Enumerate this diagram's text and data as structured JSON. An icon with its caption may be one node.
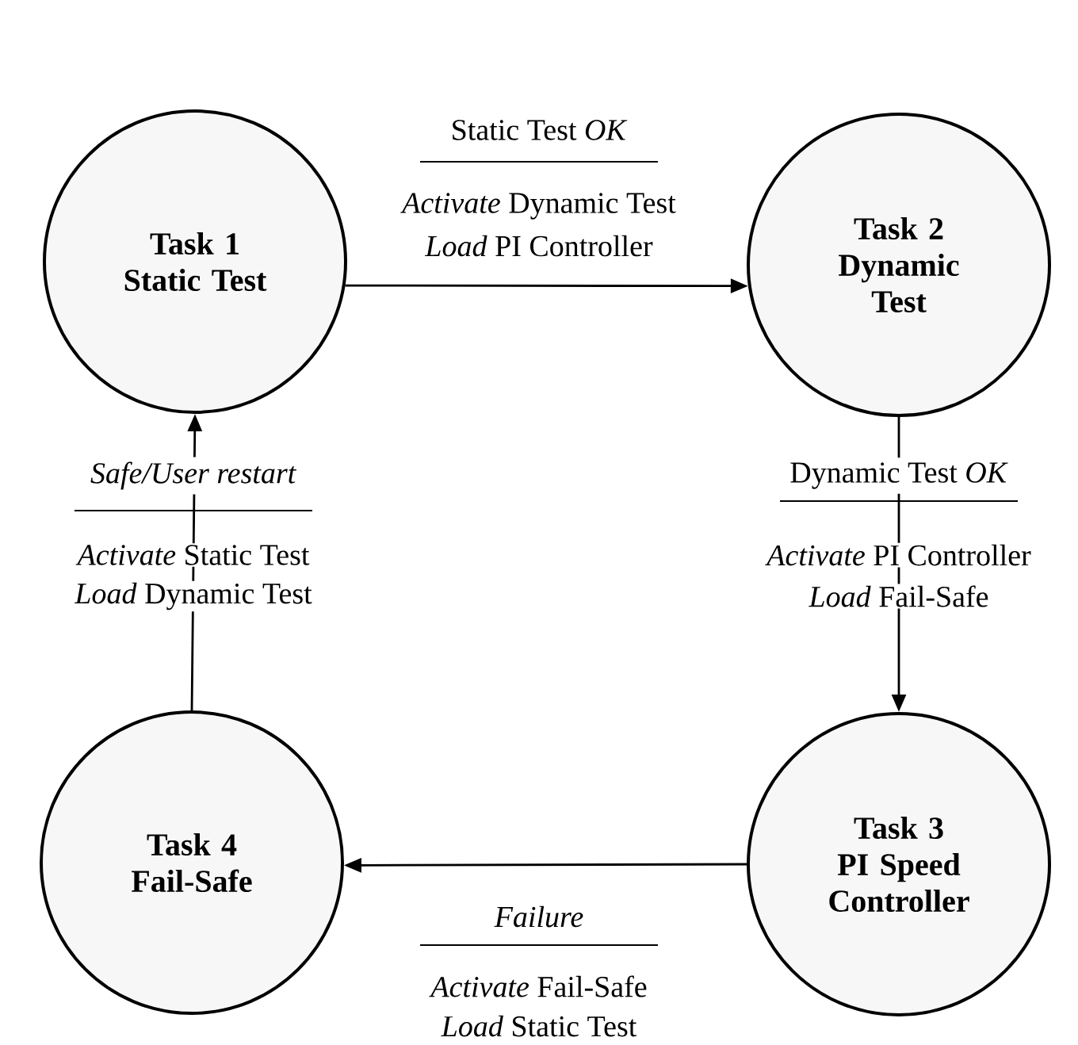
{
  "diagram": {
    "nodes": [
      {
        "text": [
          "Task 1",
          "Static Test"
        ]
      },
      {
        "text": [
          "Task 2",
          "Dynamic Test"
        ]
      },
      {
        "text": [
          "Task 3",
          "PI Speed Controller"
        ]
      },
      {
        "text": [
          "Task 4",
          "Fail-Safe"
        ]
      }
    ],
    "edges": [
      {
        "from": 0,
        "to": 1,
        "arrow": "to",
        "label": "Static Test *OK*"
      },
      {
        "from": 1,
        "to": 2,
        "arrow": "to",
        "label": "Dynamic Test *OK*"
      },
      {
        "from": 2,
        "to": 3,
        "arrow": "to",
        "label": "*Failure*"
      },
      {
        "from": 3,
        "to": 0,
        "arrow": "to",
        "label": "*Safe/User restart*"
      }
    ],
    "labels": [
      "*Activate* Dynamic Test",
      "*Load* PI Controller",
      "*Activate* Static Test",
      "*Load* Dynamic Test",
      "*Activate* PI Controller",
      "*Load* Fail-Safe",
      "*Activate* Fail-Safe",
      "*Load* Static Test"
    ]
  }
}
